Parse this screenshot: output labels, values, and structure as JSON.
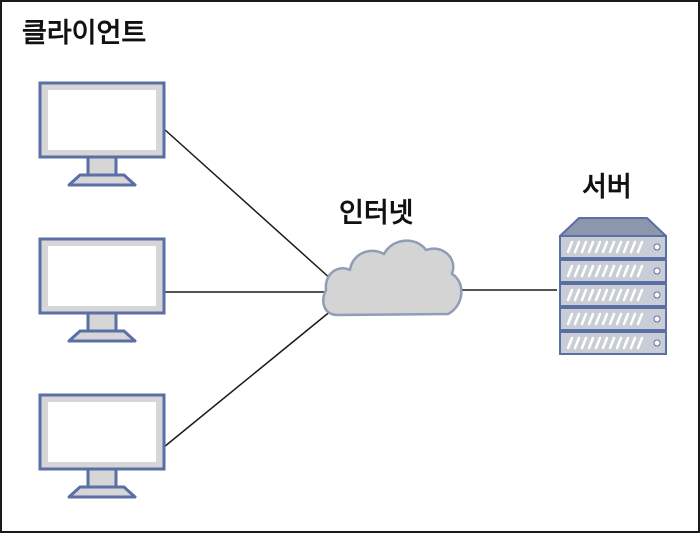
{
  "labels": {
    "client": "클라이언트",
    "internet": "인터넷",
    "server": "서버"
  },
  "clients": [
    {
      "id": "client-1"
    },
    {
      "id": "client-2"
    },
    {
      "id": "client-3"
    }
  ],
  "colors": {
    "monitor_fill": "#d6d6d6",
    "monitor_screen": "#ffffff",
    "monitor_outline": "#5b6fa6",
    "cloud_fill": "#d4d4d4",
    "cloud_outline": "#8f9db5",
    "server_fill": "#c9ced6",
    "server_top": "#8d97ab",
    "server_outline": "#5b6fa6",
    "line": "#1a1a1a",
    "border": "#1a1a1a"
  },
  "icons": {
    "client": "monitor-icon",
    "internet": "cloud-icon",
    "server": "server-rack-icon"
  }
}
